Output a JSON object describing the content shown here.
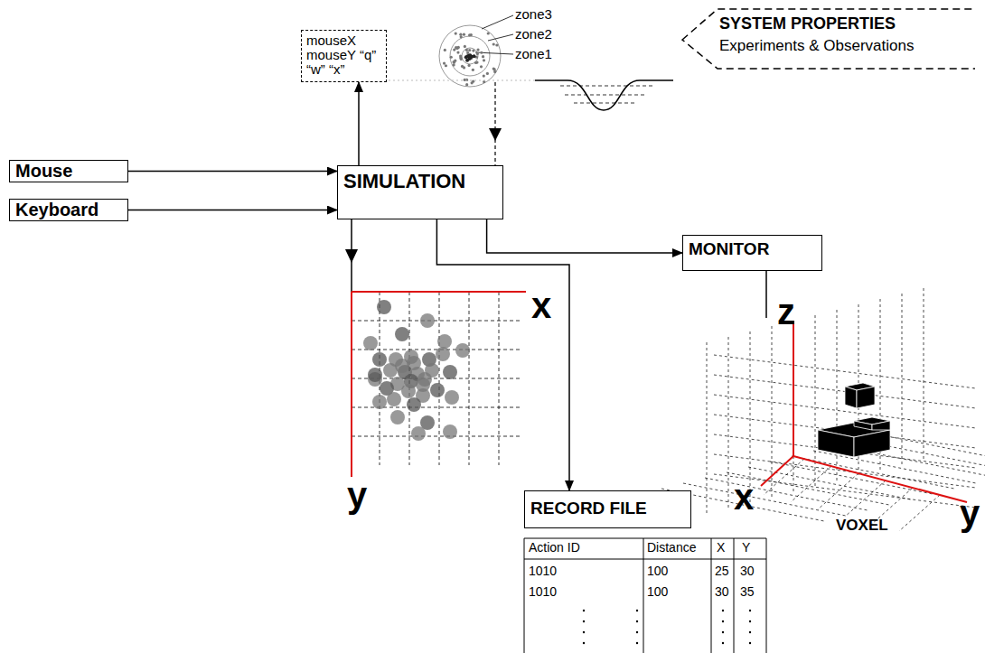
{
  "diagram": {
    "nodes": [
      {
        "text": [
          "Mouse"
        ]
      },
      {
        "text": [
          "Keyboard"
        ]
      },
      {
        "text": [
          "SIMULATION"
        ]
      },
      {
        "text": [
          "mouseX mouseY “q” “w” “x”"
        ]
      },
      {
        "text": [
          "MONITOR"
        ]
      },
      {
        "text": [
          "RECORD FILE"
        ]
      },
      {
        "text": [
          "SYSTEM PROPERTIES",
          "Experiments & Observations"
        ]
      }
    ],
    "edges": [
      {
        "from": 0,
        "to": 2,
        "arrow": "to"
      },
      {
        "from": 1,
        "to": 2,
        "arrow": "to"
      },
      {
        "from": 2,
        "to": 3,
        "arrow": "to"
      },
      {
        "from": 2,
        "to": 4,
        "arrow": "to"
      },
      {
        "from": 2,
        "to": 5,
        "arrow": "to"
      }
    ],
    "labels": [
      "zone3",
      "zone2",
      "zone1",
      "x",
      "y",
      "z",
      "x",
      "y",
      "VOXEL",
      "Action ID",
      "Distance",
      "X",
      "Y",
      "1010",
      "100",
      "25",
      "30",
      "1010",
      "100",
      "30",
      "35"
    ]
  }
}
